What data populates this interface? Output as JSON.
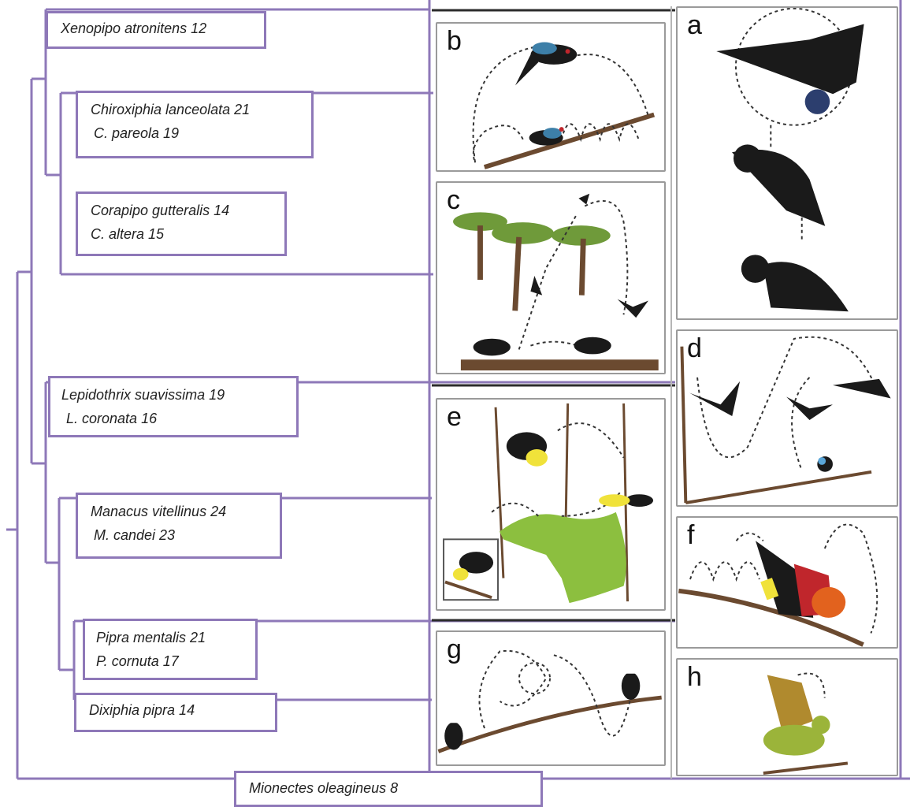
{
  "species": {
    "xenopipo": "Xenopipo atronitens 12",
    "chiroxiphia_1": "Chiroxiphia lanceolata 21",
    "chiroxiphia_2": "C. pareola 19",
    "corapipo_1": "Corapipo gutteralis 14",
    "corapipo_2": "C. altera 15",
    "lepidothrix_1": "Lepidothrix suavissima 19",
    "lepidothrix_2": "L. coronata 16",
    "manacus_1": "Manacus vitellinus 24",
    "manacus_2": "M. candei 23",
    "pipra_1": "Pipra mentalis 21",
    "pipra_2": "P. cornuta 17",
    "dixiphia": "Dixiphia pipra 14",
    "mionectes": "Mionectes oleagineus 8"
  },
  "panels": {
    "a": "a",
    "b": "b",
    "c": "c",
    "d": "d",
    "e": "e",
    "f": "f",
    "g": "g",
    "h": "h"
  },
  "colors": {
    "tree_line": "#8e78b8",
    "panel_border": "#9a9a9a",
    "bird_body": "#1a1a1a",
    "bird_blue": "#3d7fa8",
    "branch": "#6b4a30",
    "foliage": "#8cbf3f",
    "tree_canopy": "#6f9a3a",
    "manakin_yellow": "#f0e23a",
    "orange_head": "#e2621e",
    "olive_bird": "#9bb43a"
  }
}
